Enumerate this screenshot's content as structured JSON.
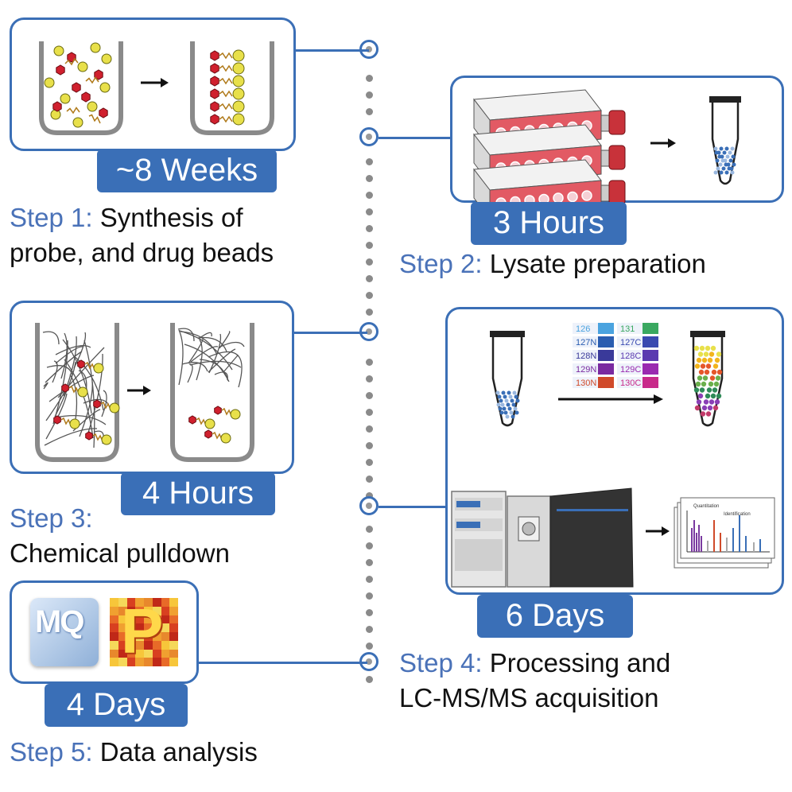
{
  "steps": [
    {
      "badge": "~8 Weeks",
      "label": "Step 1:",
      "text_line1": "Synthesis of",
      "text_line2": "probe, and drug beads"
    },
    {
      "badge": "3 Hours",
      "label": "Step 2:",
      "text_line1": "Lysate preparation"
    },
    {
      "badge": "4 Hours",
      "label": "Step 3:",
      "text_line1": "",
      "text_line2": "Chemical pulldown"
    },
    {
      "badge": "6 Days",
      "label": "Step 4:",
      "text_line1": "Processing and",
      "text_line2": "LC-MS/MS acquisition"
    },
    {
      "badge": "4 Days",
      "label": "Step 5:",
      "text_line1": "Data analysis"
    }
  ],
  "tmt_labels": {
    "left": [
      "126",
      "127N",
      "128N",
      "129N",
      "130N"
    ],
    "right": [
      "131",
      "127C",
      "128C",
      "129C",
      "130C"
    ]
  },
  "software_icons": {
    "maxquant": "MQ",
    "perseus": "P"
  },
  "spectrum_labels": {
    "quant": "Quantitation",
    "ident": "Identification"
  },
  "colors": {
    "accent": "#3a6fb7",
    "step_label": "#4a72b8",
    "bead": "#e8e04a",
    "drug": "#d0202e",
    "flask_cap": "#c8323a"
  }
}
